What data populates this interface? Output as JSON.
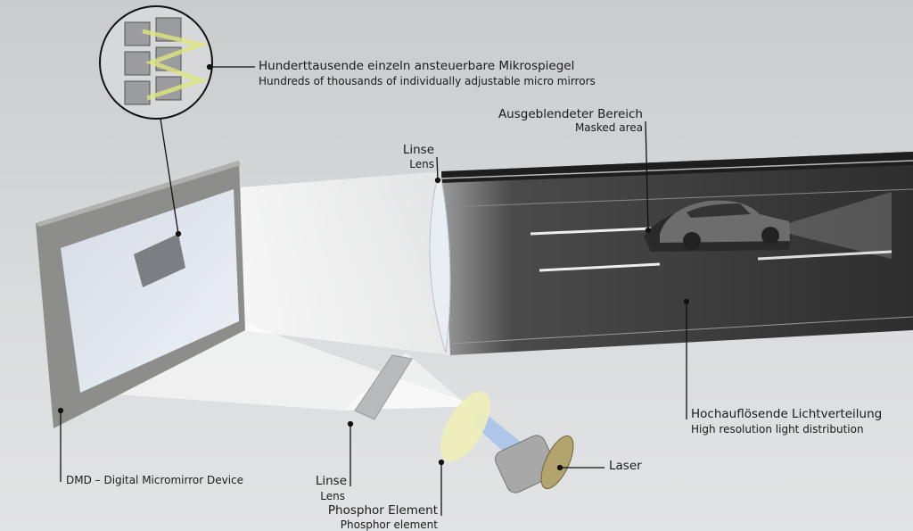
{
  "labels": {
    "micromirrors": {
      "de": "Hunderttausende einzeln ansteuerbare Mikrospiegel",
      "en": "Hundreds of thousands of individually adjustable micro mirrors"
    },
    "masked_area": {
      "de": "Ausgeblendeter Bereich",
      "en": "Masked area"
    },
    "lens_top": {
      "de": "Linse",
      "en": "Lens"
    },
    "light_distribution": {
      "de": "Hochauflösende Lichtverteilung",
      "en": "High resolution light distribution"
    },
    "dmd": {
      "text": "DMD – Digital Micromirror Device"
    },
    "lens_bottom": {
      "de": "Linse",
      "en": "Lens"
    },
    "phosphor": {
      "de": "Phosphor Element",
      "en": "Phosphor element"
    },
    "laser": {
      "text": "Laser"
    }
  },
  "colors": {
    "background": "#d4d5d6",
    "road": "#3a3a3a",
    "leader": "#111111",
    "phosphor": "#eef0b8"
  }
}
